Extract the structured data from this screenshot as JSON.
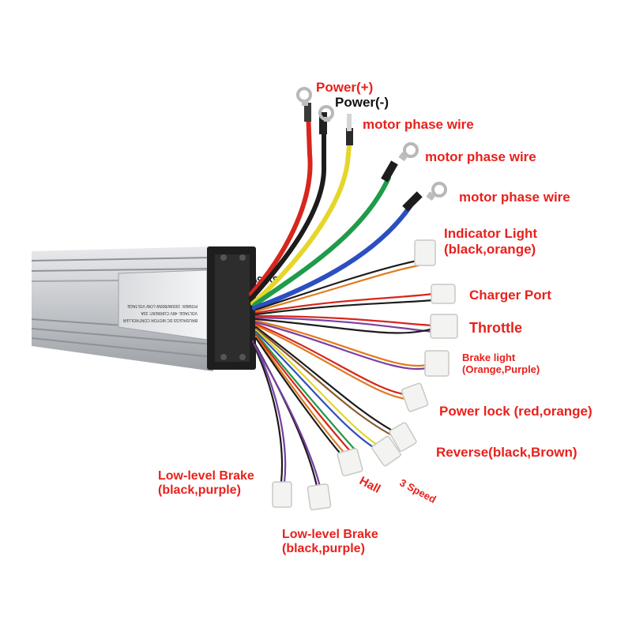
{
  "controller": {
    "model_text": "BY15WF03-B",
    "brand_text": "B Y",
    "spec_lines": [
      "BRUSHLESS DC MOTOR CONTROLLER",
      "VOLTAGE: 48V   CURRENT: 33A",
      "POWER: 1500W/800W  LOW VOLTAGE"
    ]
  },
  "labels": {
    "power_pos": "Power(+)",
    "power_neg": "Power(-)",
    "phase_1": "motor phase wire",
    "phase_2": "motor phase wire",
    "phase_3": "motor phase wire",
    "indicator_line1": "Indicator Light",
    "indicator_line2": "(black,orange)",
    "charger_port": "Charger Port",
    "throttle": "Throttle",
    "brake_light_line1": "Brake light",
    "brake_light_line2": "(Orange,Purple)",
    "power_lock": "Power lock (red,orange)",
    "reverse": "Reverse(black,Brown)",
    "three_speed": "3 Speed",
    "hall": "Hall",
    "low_brake_1_line1": "Low-level Brake",
    "low_brake_1_line2": "(black,purple)",
    "low_brake_2_line1": "Low-level Brake",
    "low_brake_2_line2": "(black,purple)"
  },
  "colors": {
    "label_red": "#e8211c",
    "label_black": "#111111",
    "wire_red": "#d7261d",
    "wire_black": "#1c1c1c",
    "wire_yellow": "#e6d62a",
    "wire_green": "#1f9b4a",
    "wire_blue": "#2c4fc0",
    "housing_silver": "#c9ccd0"
  }
}
